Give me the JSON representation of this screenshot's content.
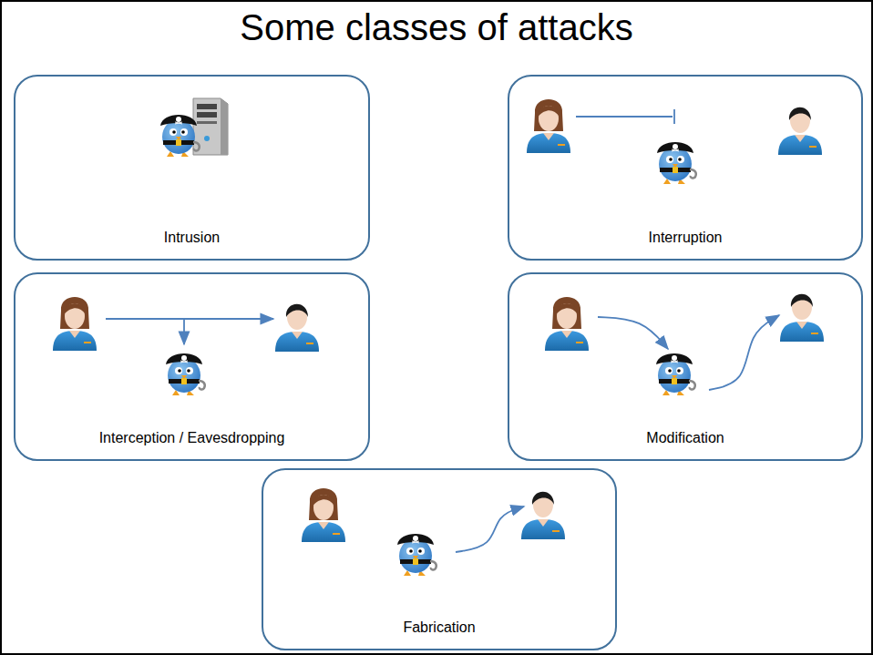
{
  "diagram": {
    "title": "Some classes of attacks",
    "nodes": [
      {
        "text": [
          "Intrusion"
        ]
      },
      {
        "text": [
          "Interruption"
        ]
      },
      {
        "text": [
          "Interception / Eavesdropping"
        ]
      },
      {
        "text": [
          "Modification"
        ]
      },
      {
        "text": [
          "Fabrication"
        ]
      }
    ]
  }
}
